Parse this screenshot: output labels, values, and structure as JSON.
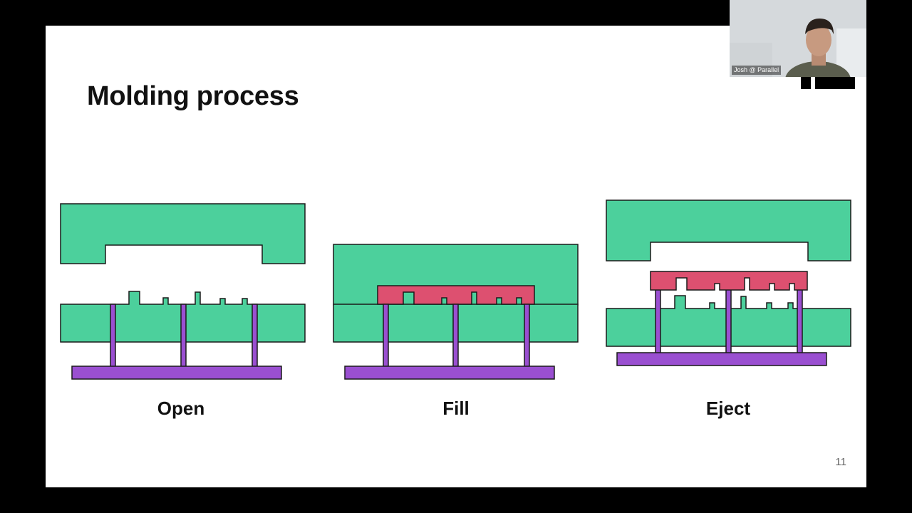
{
  "slide": {
    "title": "Molding process",
    "page_number": "11",
    "stages": [
      {
        "label": "Open"
      },
      {
        "label": "Fill"
      },
      {
        "label": "Eject"
      }
    ]
  },
  "colors": {
    "mold": "#4cd09c",
    "part": "#dd5070",
    "ejector": "#9a4fd1",
    "outline": "#1a1a1a",
    "background": "#000000",
    "slide": "#ffffff"
  },
  "video": {
    "participant_name": "Josh @ Parallel"
  }
}
